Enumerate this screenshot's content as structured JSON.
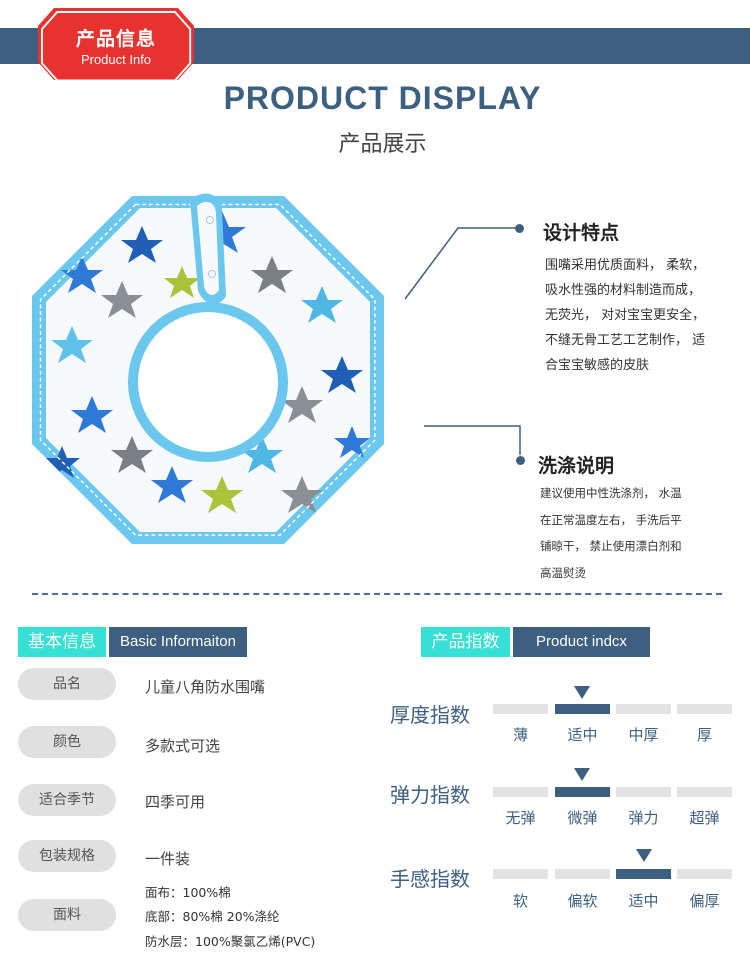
{
  "header": {
    "badge_cn": "产品信息",
    "badge_en": "Product Info",
    "title_en": "PRODUCT DISPLAY",
    "title_cn": "产品展示"
  },
  "design": {
    "title": "设计特点",
    "lines": [
      "围嘴采用优质面料， 柔软，",
      "吸水性强的材料制造而成，",
      "无荧光， 对对宝宝更安全，",
      "不缝无骨工艺工艺制作， 适",
      "合宝宝敏感的皮肤"
    ]
  },
  "wash": {
    "title": "洗涤说明",
    "lines": [
      "建议使用中性洗涤剂， 水温",
      "在正常温度左右， 手洗后平",
      "铺晾干， 禁止使用漂白剂和",
      "高温熨烫"
    ]
  },
  "basic": {
    "label_cn": "基本信息",
    "label_en": "Basic Informaiton",
    "rows": [
      {
        "key": "品名",
        "value": "儿童八角防水围嘴"
      },
      {
        "key": "颜色",
        "value": "多款式可选"
      },
      {
        "key": "适合季节",
        "value": "四季可用"
      },
      {
        "key": "包装规格",
        "value": "一件装"
      },
      {
        "key": "面料",
        "lines": [
          "面布：100%棉",
          "底部：80%棉   20%涤纶",
          "防水层：100%聚氯乙烯(PVC)"
        ]
      }
    ]
  },
  "index": {
    "label_cn": "产品指数",
    "label_en": "Product indcx",
    "rows": [
      {
        "label": "厚度指数",
        "options": [
          "薄",
          "适中",
          "中厚",
          "厚"
        ],
        "selected": 1
      },
      {
        "label": "弹力指数",
        "options": [
          "无弹",
          "微弹",
          "弹力",
          "超弹"
        ],
        "selected": 1
      },
      {
        "label": "手感指数",
        "options": [
          "软",
          "偏软",
          "适中",
          "偏厚"
        ],
        "selected": 2
      }
    ]
  },
  "colors": {
    "accent": "#3d5f80",
    "teal": "#37e0d4",
    "badge_red": "#e8322f",
    "bib_edge": "#6cc7ee"
  }
}
